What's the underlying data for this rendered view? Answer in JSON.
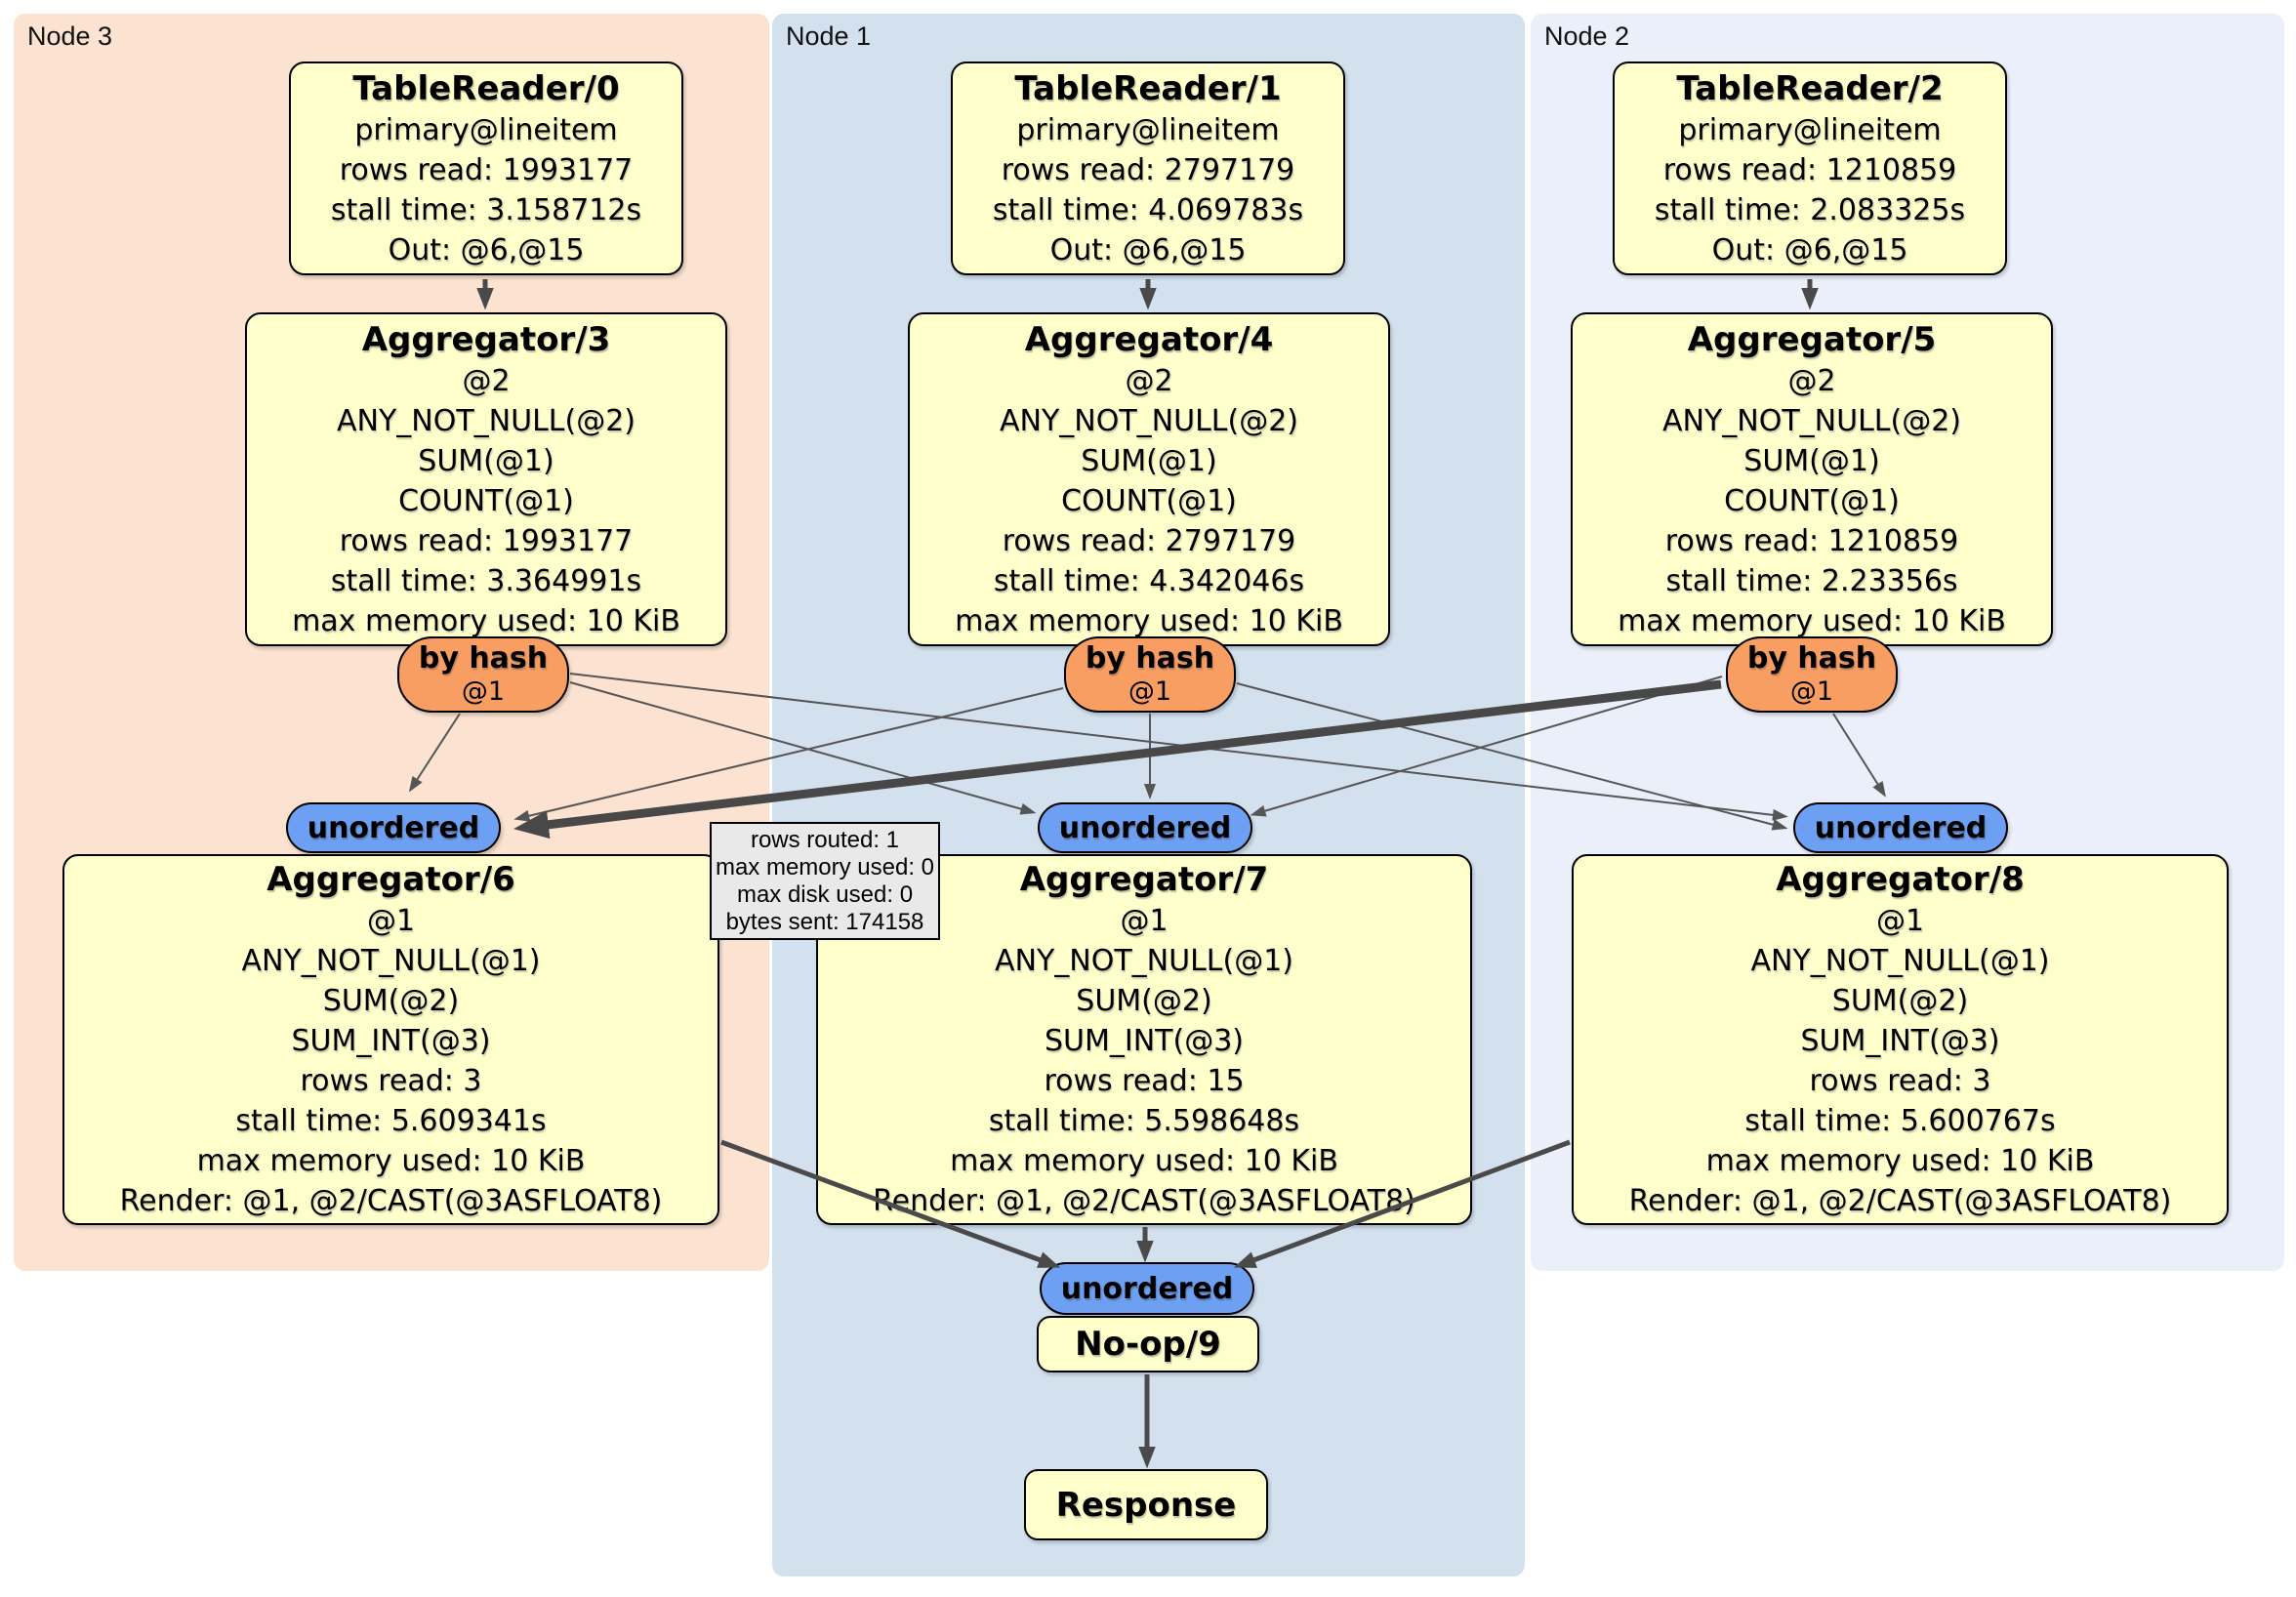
{
  "regions": {
    "node3": {
      "label": "Node 3"
    },
    "node1": {
      "label": "Node 1"
    },
    "node2": {
      "label": "Node 2"
    }
  },
  "processors": {
    "tr0": {
      "title": "TableReader/0",
      "lines": [
        "primary@lineitem",
        "rows read: 1993177",
        "stall time: 3.158712s",
        "Out: @6,@15"
      ]
    },
    "tr1": {
      "title": "TableReader/1",
      "lines": [
        "primary@lineitem",
        "rows read: 2797179",
        "stall time: 4.069783s",
        "Out: @6,@15"
      ]
    },
    "tr2": {
      "title": "TableReader/2",
      "lines": [
        "primary@lineitem",
        "rows read: 1210859",
        "stall time: 2.083325s",
        "Out: @6,@15"
      ]
    },
    "agg3": {
      "title": "Aggregator/3",
      "lines": [
        "@2",
        "ANY_NOT_NULL(@2)",
        "SUM(@1)",
        "COUNT(@1)",
        "rows read: 1993177",
        "stall time: 3.364991s",
        "max memory used: 10 KiB"
      ]
    },
    "agg4": {
      "title": "Aggregator/4",
      "lines": [
        "@2",
        "ANY_NOT_NULL(@2)",
        "SUM(@1)",
        "COUNT(@1)",
        "rows read: 2797179",
        "stall time: 4.342046s",
        "max memory used: 10 KiB"
      ]
    },
    "agg5": {
      "title": "Aggregator/5",
      "lines": [
        "@2",
        "ANY_NOT_NULL(@2)",
        "SUM(@1)",
        "COUNT(@1)",
        "rows read: 1210859",
        "stall time: 2.23356s",
        "max memory used: 10 KiB"
      ]
    },
    "agg6": {
      "title": "Aggregator/6",
      "lines": [
        "@1",
        "ANY_NOT_NULL(@1)",
        "SUM(@2)",
        "SUM_INT(@3)",
        "rows read: 3",
        "stall time: 5.609341s",
        "max memory used: 10 KiB",
        "Render: @1, @2/CAST(@3ASFLOAT8)"
      ]
    },
    "agg7": {
      "title": "Aggregator/7",
      "lines": [
        "@1",
        "ANY_NOT_NULL(@1)",
        "SUM(@2)",
        "SUM_INT(@3)",
        "rows read: 15",
        "stall time: 5.598648s",
        "max memory used: 10 KiB",
        "Render: @1, @2/CAST(@3ASFLOAT8)"
      ]
    },
    "agg8": {
      "title": "Aggregator/8",
      "lines": [
        "@1",
        "ANY_NOT_NULL(@1)",
        "SUM(@2)",
        "SUM_INT(@3)",
        "rows read: 3",
        "stall time: 5.600767s",
        "max memory used: 10 KiB",
        "Render: @1, @2/CAST(@3ASFLOAT8)"
      ]
    },
    "noop": {
      "title": "No-op/9"
    },
    "response": {
      "title": "Response"
    }
  },
  "router": {
    "label": "by hash",
    "hash_key": "@1"
  },
  "sync": {
    "label": "unordered"
  },
  "stream_tooltip": {
    "lines": [
      "rows routed: 1",
      "max memory used: 0",
      "max disk used: 0",
      "bytes sent: 174158"
    ]
  },
  "colors": {
    "node3_bg": "#fce2d0",
    "node1_bg": "#d3e1ee",
    "node2_bg": "#eaeffa",
    "processor_bg": "#ffffcc",
    "router_bg": "#f89e62",
    "sync_bg": "#6d9ff2",
    "tooltip_bg": "#e9e9e9",
    "edge": "#4a4a4a"
  }
}
